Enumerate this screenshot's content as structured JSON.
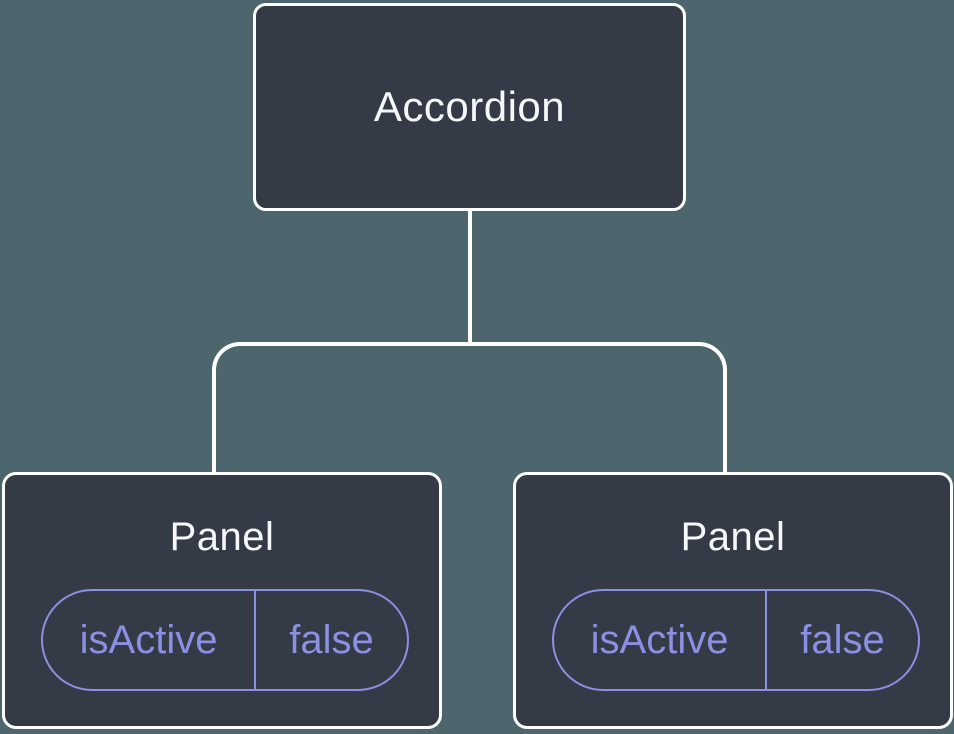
{
  "diagram": {
    "type": "component-tree",
    "root": {
      "label": "Accordion"
    },
    "panels": [
      {
        "label": "Panel",
        "state": {
          "name": "isActive",
          "value": "false"
        }
      },
      {
        "label": "Panel",
        "state": {
          "name": "isActive",
          "value": "false"
        }
      }
    ],
    "colors": {
      "background": "#4D666E",
      "node_fill": "#343A46",
      "node_border": "#FFFFFF",
      "node_text": "#F6F7F9",
      "connector": "#FFFFFF",
      "state_accent": "#8A90E2"
    }
  }
}
